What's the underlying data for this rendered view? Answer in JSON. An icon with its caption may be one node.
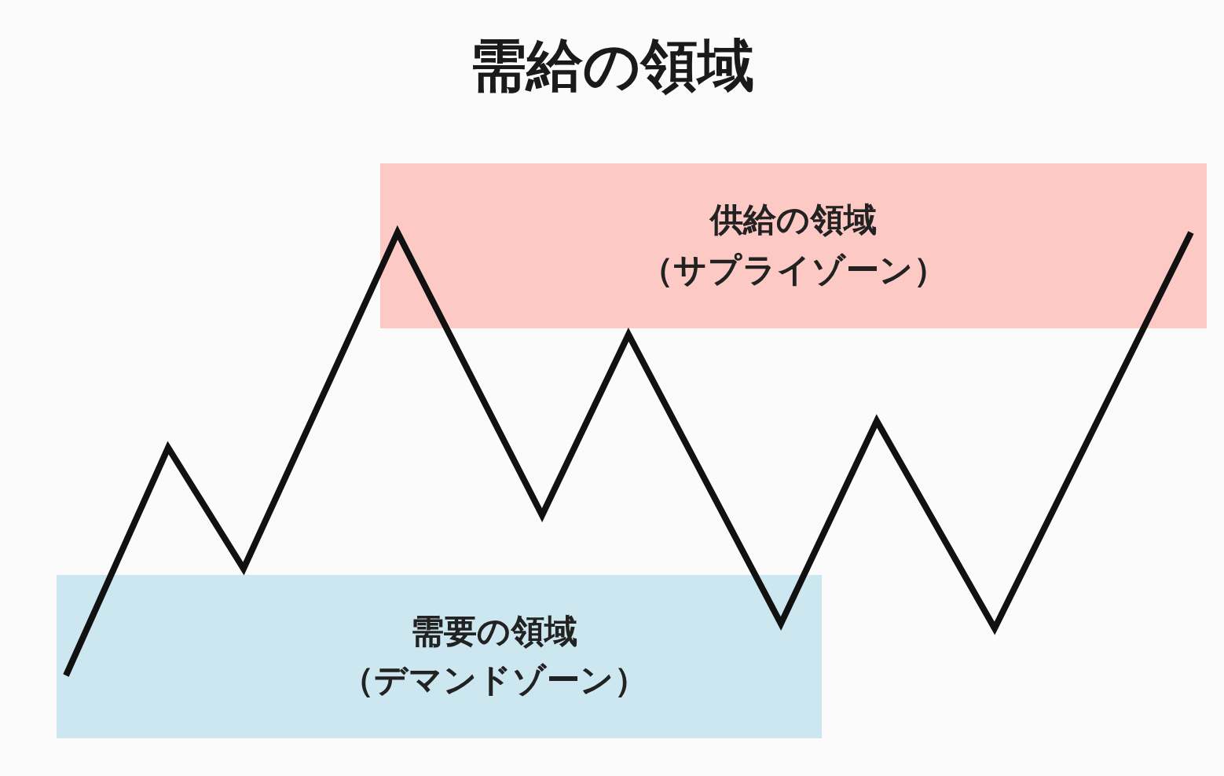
{
  "diagram": {
    "title": "需給の領域",
    "nodes": [
      {
        "text": [
          "供給の領域",
          "（サプライゾーン）"
        ]
      },
      {
        "text": [
          "需要の領域",
          "（デマンドゾーン）"
        ]
      }
    ]
  }
}
